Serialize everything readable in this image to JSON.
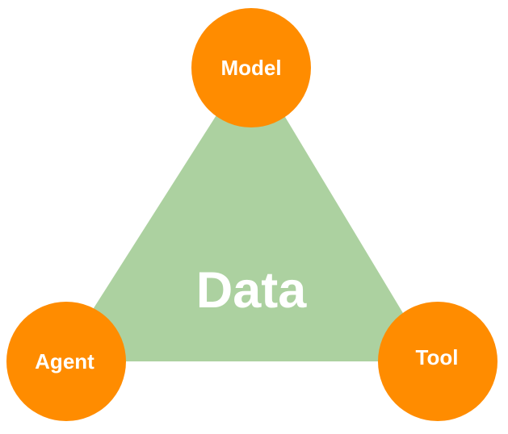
{
  "diagram": {
    "center_label": "Data",
    "nodes": [
      {
        "id": "model",
        "label": "Model"
      },
      {
        "id": "agent",
        "label": "Agent"
      },
      {
        "id": "tool",
        "label": "Tool"
      }
    ]
  },
  "colors": {
    "triangle": "#acd1a0",
    "node_fill": "#ff8c00",
    "text": "#ffffff",
    "background": "#ffffff"
  }
}
